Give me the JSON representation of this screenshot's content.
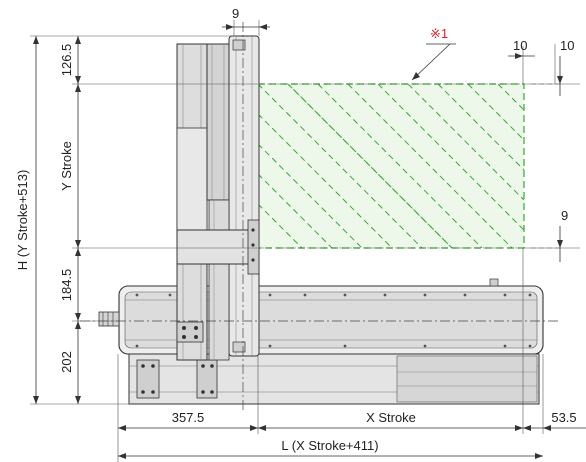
{
  "labels": {
    "dim_top_9": "9",
    "dim_right_10_a": "10",
    "dim_right_10_b": "10",
    "dim_right_9": "9",
    "dim_126_5": "126.5",
    "dim_y_stroke": "Y Stroke",
    "dim_184_5": "184.5",
    "dim_202": "202",
    "dim_h_total": "H (Y Stroke+513)",
    "dim_357_5": "357.5",
    "dim_x_stroke": "X Stroke",
    "dim_53_5": "53.5",
    "dim_l_total": "L (X Stroke+411)",
    "note_marker": "※1"
  },
  "colors": {
    "note": "#e0202a",
    "work_area_stroke": "#3aa635",
    "work_area_fill": "#eef8ea",
    "metal_light": "#e6e6e6",
    "metal_mid": "#cfcfcf",
    "metal_dark": "#9a9a9a"
  }
}
